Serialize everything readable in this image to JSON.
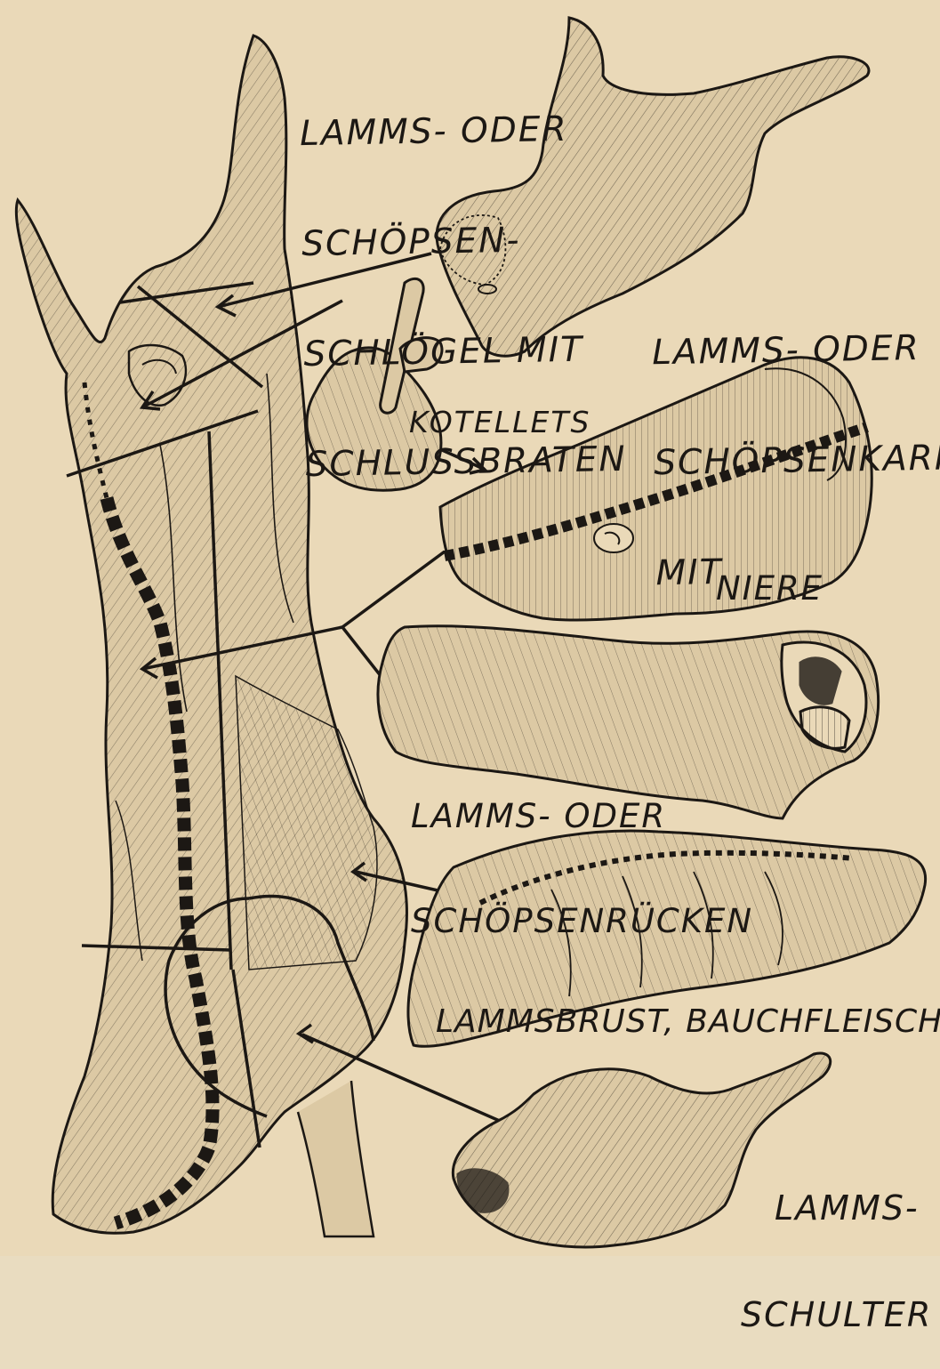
{
  "labels": {
    "leg": {
      "lines": [
        "LAMMS- ODER",
        "SCHÖPSEN-",
        "SCHLÖGEL MIT",
        "SCHLUSSBRATEN"
      ]
    },
    "rack": {
      "lines": [
        "LAMMS- ODER",
        "SCHÖPSENKARRÈ",
        "MIT"
      ]
    },
    "chops": {
      "text": "KOTELLETS"
    },
    "kidney": {
      "text": "NIERE"
    },
    "saddle": {
      "lines": [
        "LAMMS- ODER",
        "SCHÖPSENRÜCKEN"
      ]
    },
    "breast": {
      "text": "LAMMSBRUST, BAUCHFLEISCH"
    },
    "shoulder": {
      "lines": [
        "LAMMS-",
        "SCHULTER"
      ]
    }
  },
  "colors": {
    "paper": "#ead9b8",
    "ink": "#1c1814",
    "meat_fill": "#dcc9a4"
  }
}
